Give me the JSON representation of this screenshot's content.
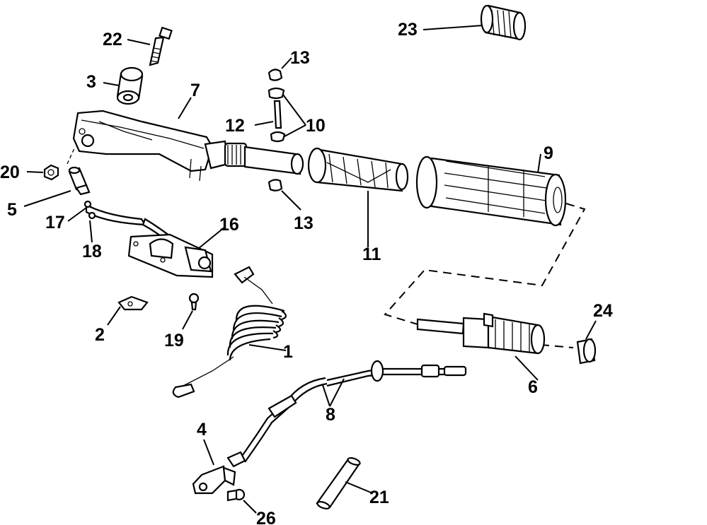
{
  "diagram": {
    "callouts": [
      "1",
      "2",
      "3",
      "4",
      "5",
      "6",
      "7",
      "8",
      "9",
      "10",
      "11",
      "12",
      "13",
      "13",
      "16",
      "17",
      "18",
      "19",
      "20",
      "21",
      "22",
      "23",
      "24",
      "26"
    ]
  }
}
